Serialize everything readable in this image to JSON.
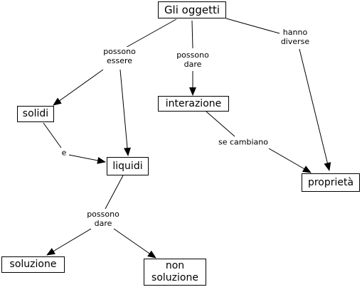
{
  "concepts": {
    "oggetti": "Gli oggetti",
    "solidi": "solidi",
    "liquidi": "liquidi",
    "interazione": "interazione",
    "proprieta": "proprietà",
    "soluzione": "soluzione",
    "non_soluzione": "non\nsoluzione"
  },
  "links": {
    "possono_essere": "possono\nessere",
    "possono_dare_1": "possono\ndare",
    "hanno_diverse": "hanno\ndiverse",
    "e": "e",
    "se_cambiano": "se cambiano",
    "possono_dare_2": "possono\ndare"
  }
}
